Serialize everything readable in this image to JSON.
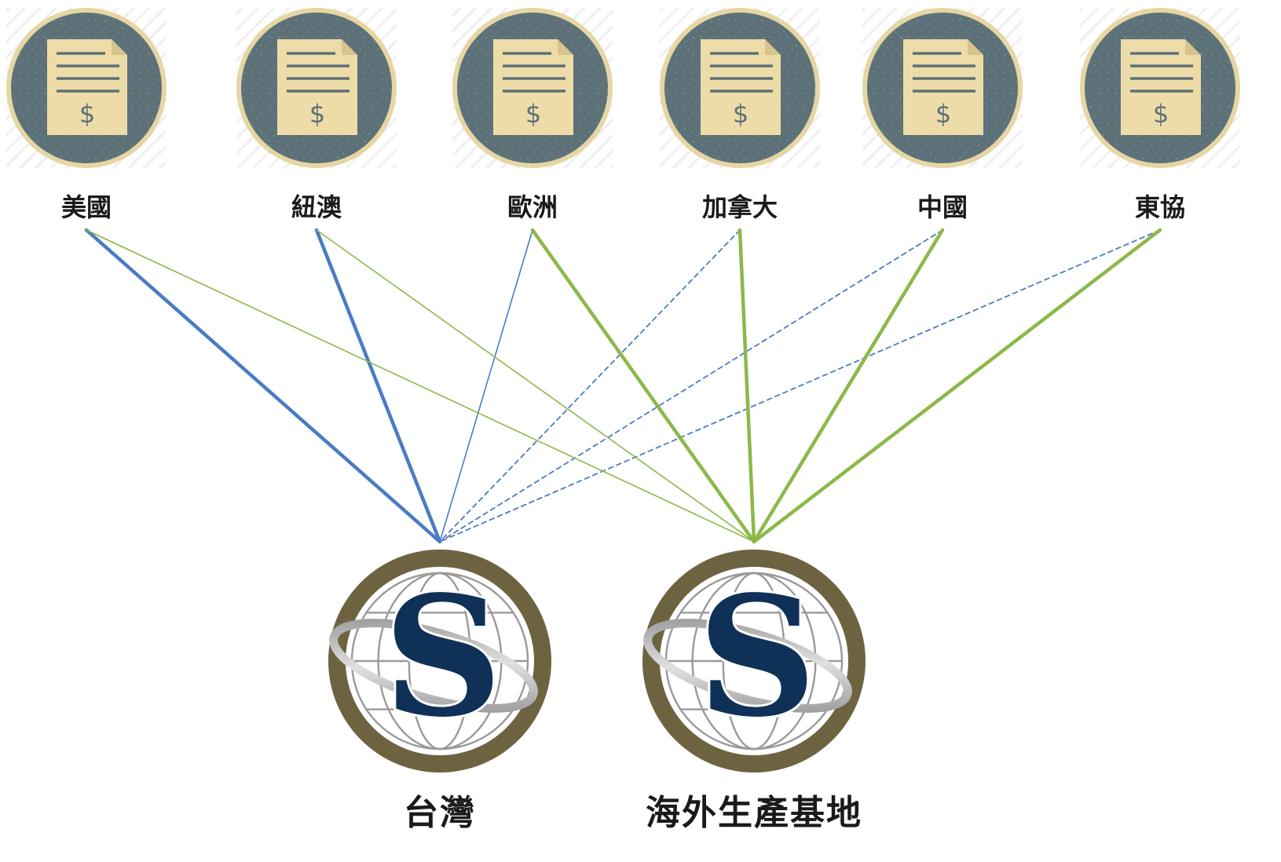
{
  "markets": [
    {
      "id": "us",
      "label": "美國"
    },
    {
      "id": "nz-au",
      "label": "紐澳"
    },
    {
      "id": "eu",
      "label": "歐洲"
    },
    {
      "id": "ca",
      "label": "加拿大"
    },
    {
      "id": "cn",
      "label": "中國"
    },
    {
      "id": "asean",
      "label": "東協"
    }
  ],
  "bases": [
    {
      "id": "taiwan",
      "label": "台灣"
    },
    {
      "id": "overseas",
      "label": "海外生產基地"
    }
  ],
  "connections": [
    {
      "from": "us",
      "to": "taiwan",
      "style": "solid-thick",
      "color": "#4a7cc2"
    },
    {
      "from": "nz-au",
      "to": "taiwan",
      "style": "solid-thick",
      "color": "#4a7cc2"
    },
    {
      "from": "eu",
      "to": "taiwan",
      "style": "solid-thin",
      "color": "#4a7cc2"
    },
    {
      "from": "ca",
      "to": "taiwan",
      "style": "dashed",
      "color": "#4a7cc2"
    },
    {
      "from": "cn",
      "to": "taiwan",
      "style": "dashed",
      "color": "#4a7cc2"
    },
    {
      "from": "asean",
      "to": "taiwan",
      "style": "dashed",
      "color": "#4a7cc2"
    },
    {
      "from": "us",
      "to": "overseas",
      "style": "solid-thin",
      "color": "#8cb84a"
    },
    {
      "from": "nz-au",
      "to": "overseas",
      "style": "solid-thin",
      "color": "#8cb84a"
    },
    {
      "from": "eu",
      "to": "overseas",
      "style": "solid-thick",
      "color": "#8cb84a"
    },
    {
      "from": "ca",
      "to": "overseas",
      "style": "solid-thick",
      "color": "#8cb84a"
    },
    {
      "from": "cn",
      "to": "overseas",
      "style": "solid-thick",
      "color": "#8cb84a"
    },
    {
      "from": "asean",
      "to": "overseas",
      "style": "solid-thick",
      "color": "#8cb84a"
    }
  ],
  "icons": {
    "market": "invoice-document-icon",
    "base": "globe-s-logo-icon"
  },
  "colors": {
    "market_circle": "#5d7178",
    "market_ring": "#e6d6a4",
    "document": "#eedca8",
    "document_lines": "#5d7178",
    "base_ring": "#6e6341",
    "globe": "#9a9a9a",
    "logo_navy": "#0f3158"
  }
}
